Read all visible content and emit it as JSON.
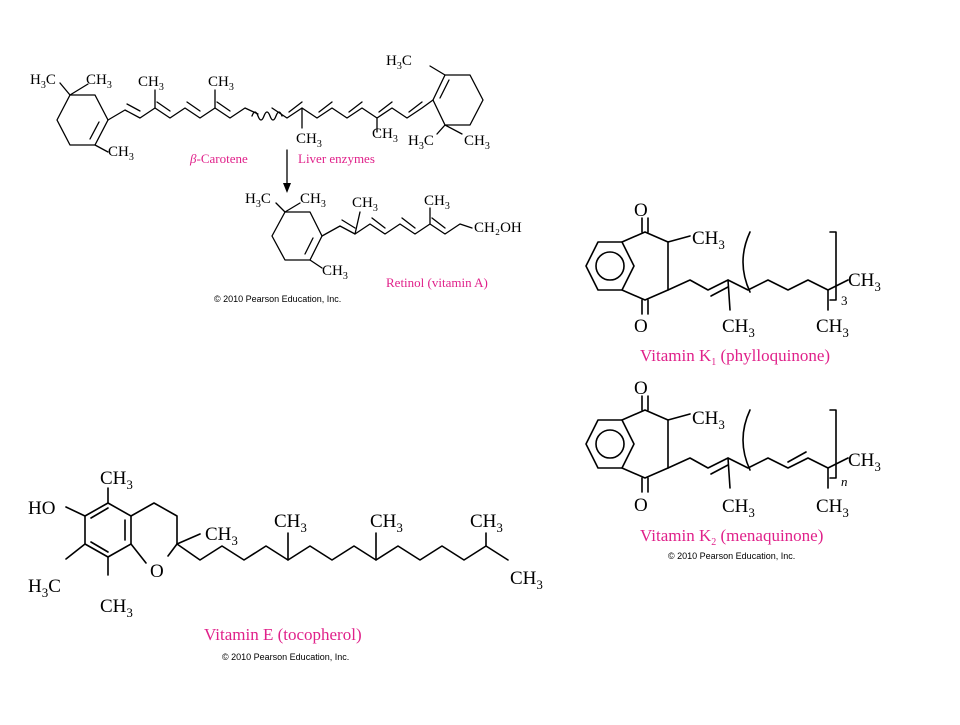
{
  "colors": {
    "caption": "#e0218a",
    "ink": "#000000",
    "background": "#ffffff"
  },
  "carotene": {
    "name": "β-Carotene",
    "name_greek": "β",
    "name_rest": "-Carotene",
    "arrow_label": "Liver enzymes",
    "retinol_name": "Retinol (vitamin A)",
    "retinol_oh": "CH₂OH",
    "copyright": "© 2010 Pearson Education, Inc."
  },
  "vitamin_k1": {
    "caption_a": "Vitamin K",
    "caption_sub": "1",
    "caption_b": " (phylloquinone)",
    "repeat": "3"
  },
  "vitamin_k2": {
    "caption_a": "Vitamin K",
    "caption_sub": "2",
    "caption_b": " (menaquinone)",
    "repeat": "n",
    "copyright": "© 2010 Pearson Education, Inc."
  },
  "vitamin_e": {
    "caption": "Vitamin E (tocopherol)",
    "hydroxyl": "HO",
    "ring_oxygen": "O",
    "copyright": "© 2010 Pearson Education, Inc."
  },
  "atoms": {
    "ch3": "CH",
    "h3c": "H",
    "c": "C",
    "sub3": "3",
    "oxygen": "O"
  }
}
